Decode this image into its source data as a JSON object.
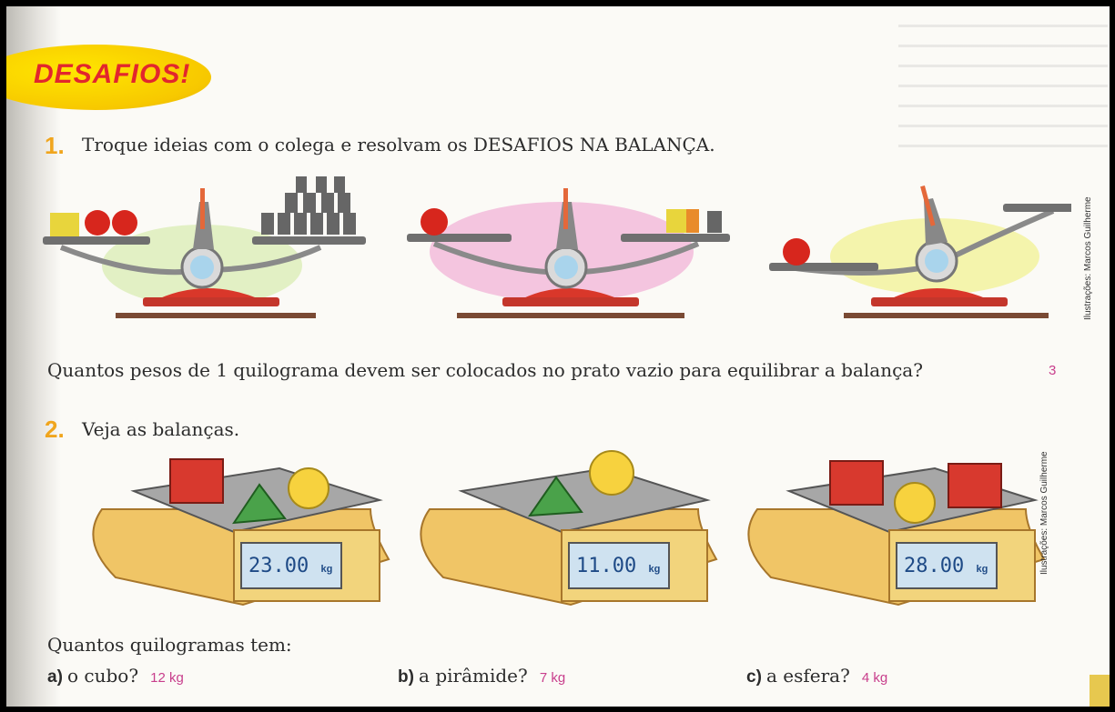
{
  "badge": "DESAFIOS!",
  "q1": {
    "number": "1.",
    "instruction": "Troque ideias com o colega e resolvam os DESAFIOS NA BALANÇA.",
    "question": "Quantos pesos de 1 quilograma devem ser colocados no prato vazio para equilibrar a balança?",
    "answer": "3"
  },
  "credit1": "Ilustrações: Marcos Guilherme",
  "q2": {
    "number": "2.",
    "instruction": "Veja as balanças.",
    "scales": [
      {
        "value": "23.00",
        "unit": "kg"
      },
      {
        "value": "11.00",
        "unit": "kg"
      },
      {
        "value": "28.00",
        "unit": "kg"
      }
    ],
    "question": "Quantos quilogramas tem:",
    "items": [
      {
        "letter": "a)",
        "text": "o cubo?",
        "answer": "12 kg"
      },
      {
        "letter": "b)",
        "text": "a pirâmide?",
        "answer": "7 kg"
      },
      {
        "letter": "c)",
        "text": "a esfera?",
        "answer": "4 kg"
      }
    ]
  },
  "credit2": "Ilustrações: Marcos Guilherme",
  "colors": {
    "badge": "#f7c800",
    "badge_text": "#e2262d",
    "number": "#f0a51d",
    "answer": "#c83e8c",
    "display": "#cfe2f0"
  }
}
